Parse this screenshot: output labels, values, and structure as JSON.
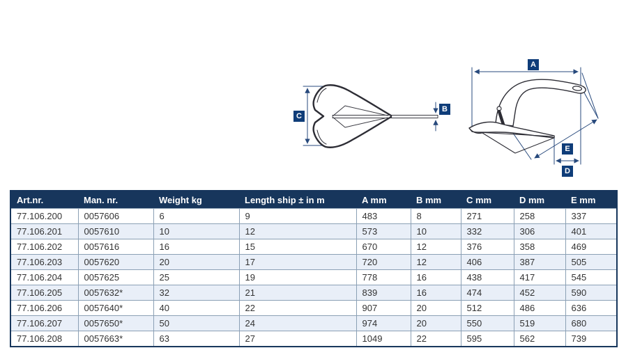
{
  "diagram": {
    "labels": {
      "a": "A",
      "b": "B",
      "c": "C",
      "d": "D",
      "e": "E"
    }
  },
  "table": {
    "columns": [
      "Art.nr.",
      "Man. nr.",
      "Weight kg",
      "Length ship ± in m",
      "A mm",
      "B mm",
      "C mm",
      "D mm",
      "E mm"
    ],
    "rows": [
      [
        "77.106.200",
        "0057606",
        "6",
        "9",
        "483",
        "8",
        "271",
        "258",
        "337"
      ],
      [
        "77.106.201",
        "0057610",
        "10",
        "12",
        "573",
        "10",
        "332",
        "306",
        "401"
      ],
      [
        "77.106.202",
        "0057616",
        "16",
        "15",
        "670",
        "12",
        "376",
        "358",
        "469"
      ],
      [
        "77.106.203",
        "0057620",
        "20",
        "17",
        "720",
        "12",
        "406",
        "387",
        "505"
      ],
      [
        "77.106.204",
        "0057625",
        "25",
        "19",
        "778",
        "16",
        "438",
        "417",
        "545"
      ],
      [
        "77.106.205",
        "0057632*",
        "32",
        "21",
        "839",
        "16",
        "474",
        "452",
        "590"
      ],
      [
        "77.106.206",
        "0057640*",
        "40",
        "22",
        "907",
        "20",
        "512",
        "486",
        "636"
      ],
      [
        "77.106.207",
        "0057650*",
        "50",
        "24",
        "974",
        "20",
        "550",
        "519",
        "680"
      ],
      [
        "77.106.208",
        "0057663*",
        "63",
        "27",
        "1049",
        "22",
        "595",
        "562",
        "739"
      ]
    ]
  },
  "colors": {
    "header_bg": "#17365c",
    "row_alt_bg": "#e9eff8",
    "cell_border": "#8ba0b5",
    "dimension_line": "#27497c",
    "dim_label_bg": "#0f3d79",
    "drawing_line": "#2d2d35",
    "cell_text": "#333333"
  }
}
